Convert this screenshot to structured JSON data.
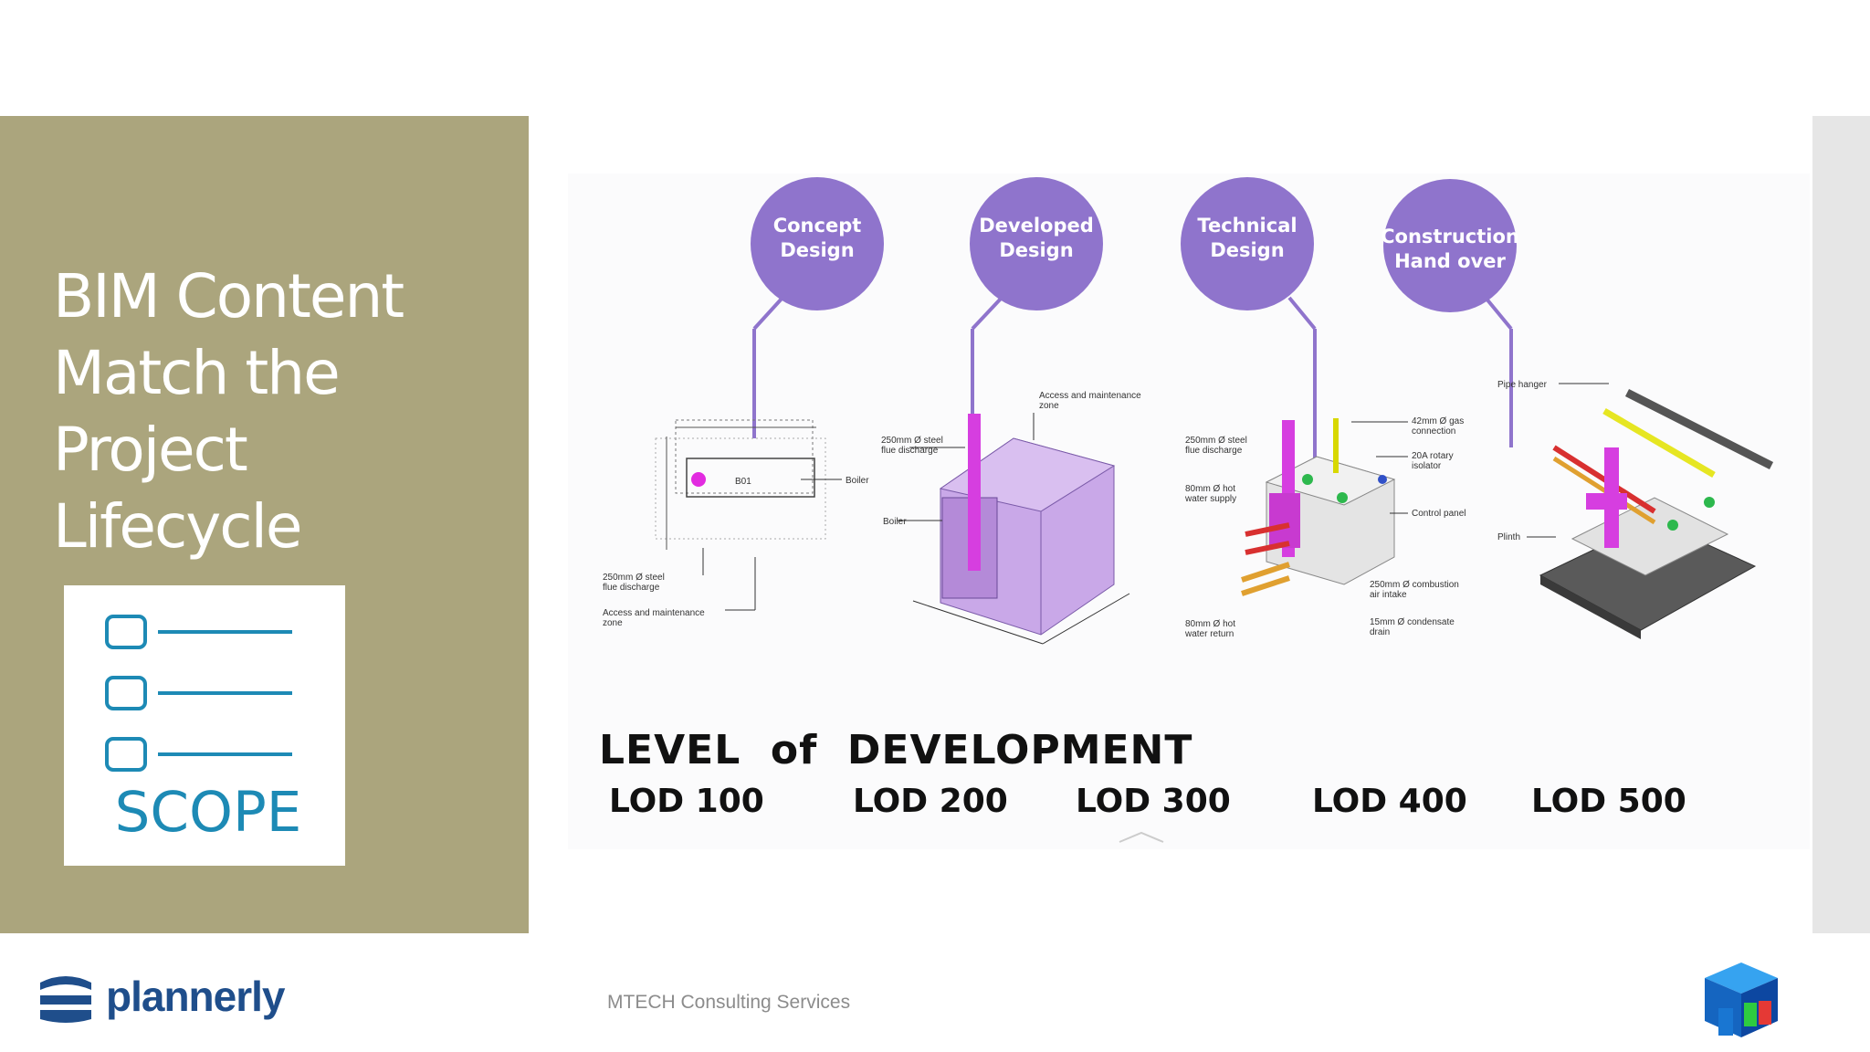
{
  "slide": {
    "title_lines": [
      "BIM Content",
      "Match the",
      "Project",
      "Lifecycle"
    ],
    "scope_label": "SCOPE",
    "footer_text": "MTECH Consulting Services",
    "brand_name": "plannerly",
    "accent_color": "#aba57d",
    "brand_color": "#1f4e8b"
  },
  "diagram": {
    "stages": [
      {
        "line1": "Concept",
        "line2": "Design"
      },
      {
        "line1": "Developed",
        "line2": "Design"
      },
      {
        "line1": "Technical",
        "line2": "Design"
      },
      {
        "line1": "Construction",
        "line2": "Hand over"
      }
    ],
    "heading": "LEVEL  of  DEVELOPMENT",
    "lods": [
      "LOD 100",
      "LOD 200",
      "LOD 300",
      "LOD 400",
      "LOD 500"
    ],
    "labels": {
      "boiler_label": "Boiler",
      "boiler_code": "B01",
      "flue_left": [
        "250mm Ø steel",
        "flue discharge"
      ],
      "access_left": [
        "Access and maintenance",
        "zone"
      ],
      "flue_mid": [
        "250mm Ø steel",
        "flue discharge"
      ],
      "access_mid": [
        "Access and maintenance",
        "zone"
      ],
      "boiler_mid": "Boiler",
      "flue_tech": [
        "250mm Ø steel",
        "flue discharge"
      ],
      "hot_supply": [
        "80mm Ø hot",
        "water supply"
      ],
      "hot_return": [
        "80mm Ø hot",
        "water return"
      ],
      "gas": [
        "42mm Ø gas",
        "connection"
      ],
      "isolator": [
        "20A rotary",
        "isolator"
      ],
      "control_panel": "Control panel",
      "combustion": [
        "250mm Ø combustion",
        "air intake"
      ],
      "condensate": [
        "15mm Ø condensate",
        "drain"
      ],
      "pipe_hanger": "Pipe hanger",
      "plinth": "Plinth"
    },
    "bubble_color": "#8f74cc"
  }
}
